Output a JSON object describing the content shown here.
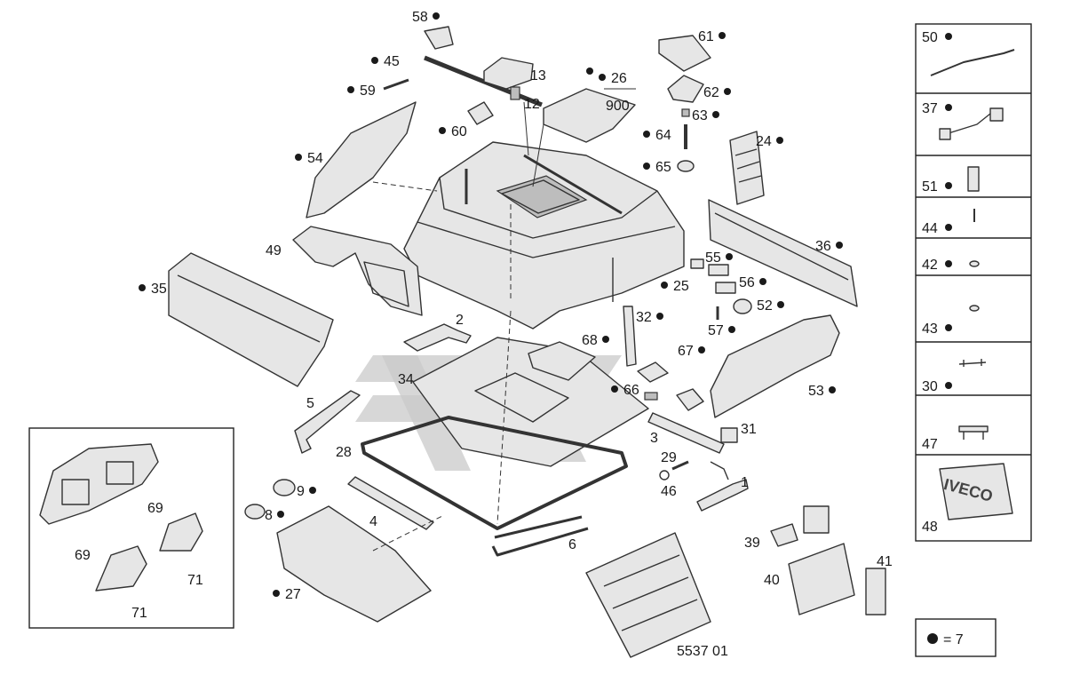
{
  "drawing_number": "5537 01",
  "legend": {
    "equals_text": "= 7"
  },
  "main_labels": [
    {
      "id": "p58",
      "text": "58",
      "dot": true
    },
    {
      "id": "p45",
      "text": "45",
      "dot": true
    },
    {
      "id": "p59",
      "text": "59",
      "dot": true
    },
    {
      "id": "p13",
      "text": "13",
      "dot": false
    },
    {
      "id": "p12",
      "text": "12",
      "dot": false
    },
    {
      "id": "p26",
      "text": "26",
      "dot": true
    },
    {
      "id": "p900",
      "text": "900",
      "dot": false
    },
    {
      "id": "p61",
      "text": "61",
      "dot": true
    },
    {
      "id": "p62",
      "text": "62",
      "dot": true
    },
    {
      "id": "p63",
      "text": "63",
      "dot": true
    },
    {
      "id": "p64",
      "text": "64",
      "dot": true
    },
    {
      "id": "p65",
      "text": "65",
      "dot": true
    },
    {
      "id": "p24",
      "text": "24",
      "dot": true
    },
    {
      "id": "p60",
      "text": "60",
      "dot": true
    },
    {
      "id": "p54",
      "text": "54",
      "dot": true
    },
    {
      "id": "p49",
      "text": "49",
      "dot": false
    },
    {
      "id": "p35",
      "text": "35",
      "dot": true
    },
    {
      "id": "p36",
      "text": "36",
      "dot": true
    },
    {
      "id": "p55",
      "text": "55",
      "dot": true
    },
    {
      "id": "p25",
      "text": "25",
      "dot": true
    },
    {
      "id": "p56",
      "text": "56",
      "dot": true
    },
    {
      "id": "p52",
      "text": "52",
      "dot": true
    },
    {
      "id": "p57",
      "text": "57",
      "dot": true
    },
    {
      "id": "p2",
      "text": "2",
      "dot": false
    },
    {
      "id": "p32",
      "text": "32",
      "dot": true
    },
    {
      "id": "p68",
      "text": "68",
      "dot": true
    },
    {
      "id": "p67",
      "text": "67",
      "dot": true
    },
    {
      "id": "p34",
      "text": "34",
      "dot": false
    },
    {
      "id": "p66",
      "text": "66",
      "dot": true
    },
    {
      "id": "p53",
      "text": "53",
      "dot": true
    },
    {
      "id": "p5",
      "text": "5",
      "dot": false
    },
    {
      "id": "p3",
      "text": "3",
      "dot": false
    },
    {
      "id": "p31",
      "text": "31",
      "dot": false
    },
    {
      "id": "p28",
      "text": "28",
      "dot": false
    },
    {
      "id": "p29",
      "text": "29",
      "dot": false
    },
    {
      "id": "p46",
      "text": "46",
      "dot": false
    },
    {
      "id": "p1",
      "text": "1",
      "dot": false
    },
    {
      "id": "p9",
      "text": "9",
      "dot": true
    },
    {
      "id": "p8",
      "text": "8",
      "dot": true
    },
    {
      "id": "p4",
      "text": "4",
      "dot": false
    },
    {
      "id": "p6",
      "text": "6",
      "dot": false
    },
    {
      "id": "p27",
      "text": "27",
      "dot": true
    },
    {
      "id": "p39",
      "text": "39",
      "dot": false
    },
    {
      "id": "p40",
      "text": "40",
      "dot": false
    },
    {
      "id": "p41",
      "text": "41",
      "dot": false
    }
  ],
  "inset_labels": [
    {
      "id": "i69a",
      "text": "69"
    },
    {
      "id": "i69b",
      "text": "69"
    },
    {
      "id": "i71a",
      "text": "71"
    },
    {
      "id": "i71b",
      "text": "71"
    }
  ],
  "side_panel": [
    {
      "id": "s50",
      "text": "50",
      "dot": true
    },
    {
      "id": "s37",
      "text": "37",
      "dot": true
    },
    {
      "id": "s51",
      "text": "51",
      "dot": true
    },
    {
      "id": "s44",
      "text": "44",
      "dot": true
    },
    {
      "id": "s42",
      "text": "42",
      "dot": true
    },
    {
      "id": "s43",
      "text": "43",
      "dot": true
    },
    {
      "id": "s30",
      "text": "30",
      "dot": true
    },
    {
      "id": "s47",
      "text": "47",
      "dot": false
    },
    {
      "id": "s48",
      "text": "48",
      "dot": false
    }
  ],
  "badge_text": "IVECO"
}
